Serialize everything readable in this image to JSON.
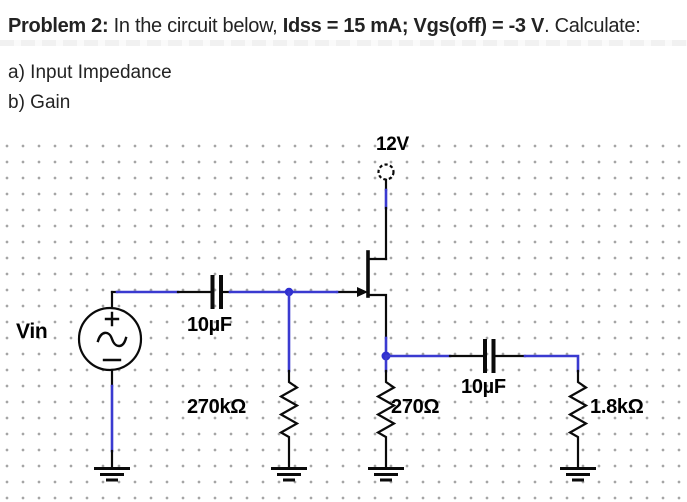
{
  "problem": {
    "title_bold_1": "Problem 2:",
    "title_regular_1": " In the circuit below, ",
    "title_bold_2": "Idss = 15 mA; Vgs(off) = -3 V",
    "title_regular_2": ". Calculate:",
    "item_a": "a) Input Impedance",
    "item_b": "b) Gain"
  },
  "circuit": {
    "supply_label": "12V",
    "input_source_label": "Vin",
    "input_cap_label": "10µF",
    "gate_resistor_label": "270kΩ",
    "source_resistor_label": "270Ω",
    "output_cap_label": "10µF",
    "load_resistor_label": "1.8kΩ",
    "wire_color": "#3a3ad0",
    "junction_dot_color": "#2f2fd0",
    "component_color": "#0a0a0a",
    "grid_dot_color": "#a5a5a5",
    "background_color": "#ffffff"
  }
}
